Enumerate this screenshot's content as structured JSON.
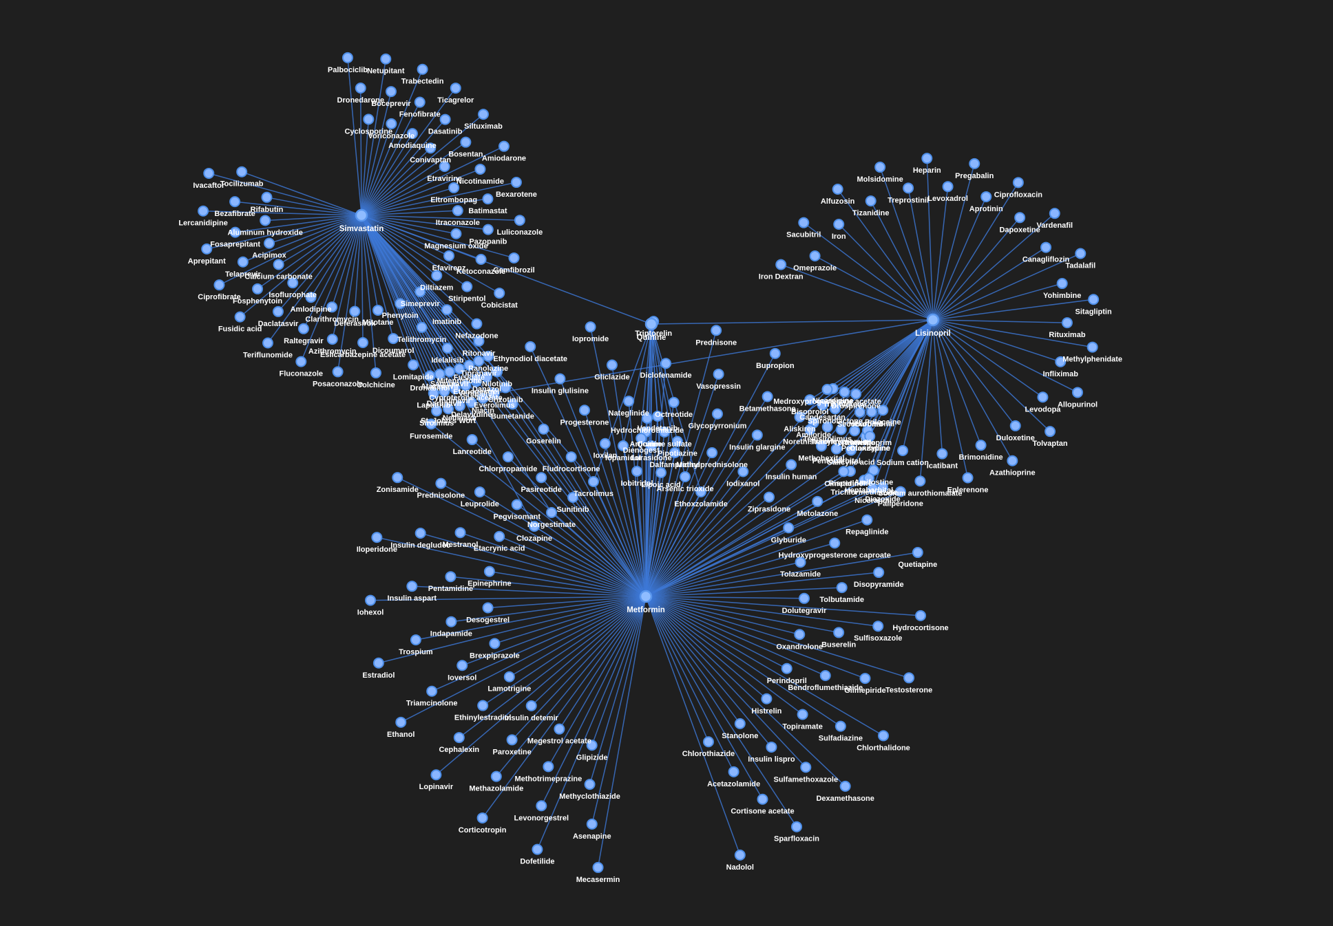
{
  "graph": {
    "background": "#1f1f1f",
    "edge_color": "#3d78d6",
    "node_fill": "#8ab6ff",
    "node_stroke": "#4d8ee8",
    "label_color": "#ffffff",
    "hubs": [
      "Simvastatin",
      "Lisinopril",
      "Metformin",
      "Quinine"
    ],
    "hub_links": [
      [
        "Simvastatin",
        "Quinine"
      ],
      [
        "Quinine",
        "Lisinopril"
      ],
      [
        "Quinine",
        "Metformin"
      ]
    ],
    "clusters": [
      {
        "hub": "Simvastatin",
        "neighbors": [
          "Palbociclib",
          "Dronedarone",
          "Cyclosporine",
          "Netupitant",
          "Boceprevir",
          "Voriconazole",
          "Trabectedin",
          "Fenofibrate",
          "Amodiaquine",
          "Ticagrelor",
          "Dasatinib",
          "Conivaptan",
          "Siltuximab",
          "Bosentan",
          "Etravirine",
          "Amiodarone",
          "Nicotinamide",
          "Eltrombopag",
          "Bexarotene",
          "Batimastat",
          "Itraconazole",
          "Luliconazole",
          "Pazopanib",
          "Magnesium oxide",
          "Gemfibrozil",
          "Ketoconazole",
          "Efavirenz",
          "Cobicistat",
          "Stiripentol",
          "Diltiazem",
          "Nefazodone",
          "Imatinib",
          "Simeprevir",
          "Idelalisib",
          "Telithromycin",
          "Phenytoin",
          "Lomitapide",
          "Dicoumarol",
          "Mitotane",
          "Colchicine",
          "Eslicarbazepine acetate",
          "Deferasirox",
          "Posaconazole",
          "Azithromycin",
          "Clarithromycin",
          "Fluconazole",
          "Raltegravir",
          "Amlodipine",
          "Teriflunomide",
          "Daclatasvir",
          "Isoflurophate",
          "Fusidic acid",
          "Fosphenytoin",
          "Calcium carbonate",
          "Ciprofibrate",
          "Telaprevir",
          "Acipimox",
          "Aprepitant",
          "Fosaprepitant",
          "Aluminum hydroxide",
          "Lercanidipine",
          "Bezafibrate",
          "Rifabutin",
          "Ivacaftor",
          "Tocilizumab",
          "Ritonavir",
          "Ranolazine",
          "Nilotinib",
          "Crizotinib",
          "Tipranavir",
          "Danazol",
          "Everolimus",
          "Fusidate",
          "Verapamil",
          "Niacin",
          "Mifepristone",
          "Cyproterone acetate",
          "Delavirdine",
          "Saquinavir",
          "Indinavir",
          "Nelfinavir",
          "Atazanavir",
          "Darunavir",
          "St. John's Wort",
          "Dronabinol",
          "Lapatinib",
          "Sunitinib",
          "Norgestimate",
          "Clozapine",
          "Sirolimus",
          "Tacrolimus"
        ]
      },
      {
        "hub": "Lisinopril",
        "neighbors": [
          "Iron Dextran",
          "Omeprazole",
          "Sacubitril",
          "Iron",
          "Alfuzosin",
          "Tizanidine",
          "Molsidomine",
          "Treprostinil",
          "Heparin",
          "Levoxadrol",
          "Pregabalin",
          "Aprotinin",
          "Ciprofloxacin",
          "Dapoxetine",
          "Vardenafil",
          "Canagliflozin",
          "Tadalafil",
          "Yohimbine",
          "Sitagliptin",
          "Rituximab",
          "Aliskiren",
          "Methylphenidate",
          "Infliximab",
          "Allopurinol",
          "Levodopa",
          "Tolvaptan",
          "Duloxetine",
          "Azathioprine",
          "Brimonidine",
          "Eplerenone",
          "Icatibant",
          "Sodium aurothiomalate",
          "Sodium cation",
          "Amifostine",
          "Pentoxifylline",
          "Prilocaine",
          "Trimethoprim",
          "Salicylic acid",
          "Hexobarbital",
          "Torasemide",
          "Pentobarbital",
          "Secobarbital",
          "Tranylcypromine",
          "Methohexital",
          "Risperidone",
          "Trichlormethiazide",
          "Heptabarbital",
          "Nicorandil",
          "Diazoxide",
          "Everolimus",
          "Temsirolimus",
          "Drospirenone",
          "Spironolactone",
          "Amiloride",
          "Triamterene",
          "Candesartan",
          "Aliskiren",
          "Nicardipine",
          "Bisoprolol"
        ]
      },
      {
        "hub": "Quinine",
        "neighbors": [
          "Hydrochlorothiazide",
          "Vandetanib",
          "Articaine",
          "Quinine sulfate",
          "Iopamidol",
          "Lurasidone",
          "Dalfampridine",
          "Tacrolimus",
          "Iobitridol",
          "Lipoic acid",
          "Arsenic trioxide",
          "Ethoxzolamide"
        ]
      },
      {
        "hub": "Metformin",
        "neighbors": [
          "Clozapine",
          "Mecasermin",
          "Asenapine",
          "Methyclothiazide",
          "Glipizide",
          "Dofetilide",
          "Levonorgestrel",
          "Methotrimeprazine",
          "Megestrol acetate",
          "Corticotropin",
          "Methazolamide",
          "Paroxetine",
          "Insulin detemir",
          "Lopinavir",
          "Cephalexin",
          "Ethinylestradiol",
          "Lamotrigine",
          "Ethanol",
          "Triamcinolone",
          "Ioversol",
          "Brexpiprazole",
          "Estradiol",
          "Trospium",
          "Indapamide",
          "Desogestrel",
          "Iohexol",
          "Insulin aspart",
          "Pentamidine",
          "Epinephrine",
          "Iloperidone",
          "Insulin degludec",
          "Mestranol",
          "Etacrynic acid",
          "Zonisamide",
          "Prednisolone",
          "Leuprolide",
          "Pegvisomant",
          "Furosemide",
          "Lanreotide",
          "Chlorpropamide",
          "Pasireotide",
          "Etonogestrel",
          "Bumetanide",
          "Goserelin",
          "Fludrocortisone",
          "Ethynodiol diacetate",
          "Insulin glulisine",
          "Progesterone",
          "Ioxilan",
          "Iopromide",
          "Gliclazide",
          "Nateglinide",
          "Dienogest",
          "Triptorelin",
          "Diclofenamide",
          "Octreotide",
          "Pipotiazine",
          "Prednisone",
          "Vasopressin",
          "Glycopyrronium",
          "Methylprednisolone",
          "Nilotinib",
          "Bupropion",
          "Betamethasone",
          "Insulin glargine",
          "Iodixanol",
          "Medroxyprogesterone acetate",
          "Norethisterone",
          "Insulin human",
          "Ziprasidone",
          "Olanzapine",
          "Cimetidine",
          "Metolazone",
          "Glyburide",
          "Paliperidone",
          "Repaglinide",
          "Hydroxyprogesterone caproate",
          "Tolazamide",
          "Quetiapine",
          "Disopyramide",
          "Tolbutamide",
          "Dolutegravir",
          "Hydrocortisone",
          "Sulfisoxazole",
          "Buserelin",
          "Oxandrolone",
          "Testosterone",
          "Glimepiride",
          "Bendroflumethiazide",
          "Perindopril",
          "Chlorthalidone",
          "Sulfadiazine",
          "Topiramate",
          "Histrelin",
          "Dexamethasone",
          "Sulfamethoxazole",
          "Insulin lispro",
          "Stanolone",
          "Sparfloxacin",
          "Cortisone acetate",
          "Acetazolamide",
          "Chlorothiazide",
          "Nadolol",
          "Ethoxzolamide",
          "Sunitinib",
          "Norgestimate",
          "Tacrolimus",
          "Iobitridol",
          "Lipoic acid",
          "Arsenic trioxide",
          "Dalfampridine",
          "Lurasidone",
          "Iopamidol",
          "Articaine",
          "Quinine sulfate",
          "Vandetanib",
          "Hydrochlorothiazide",
          "Risperidone",
          "Diazoxide",
          "Nicorandil",
          "Heptabarbital",
          "Trichlormethiazide"
        ]
      }
    ]
  }
}
